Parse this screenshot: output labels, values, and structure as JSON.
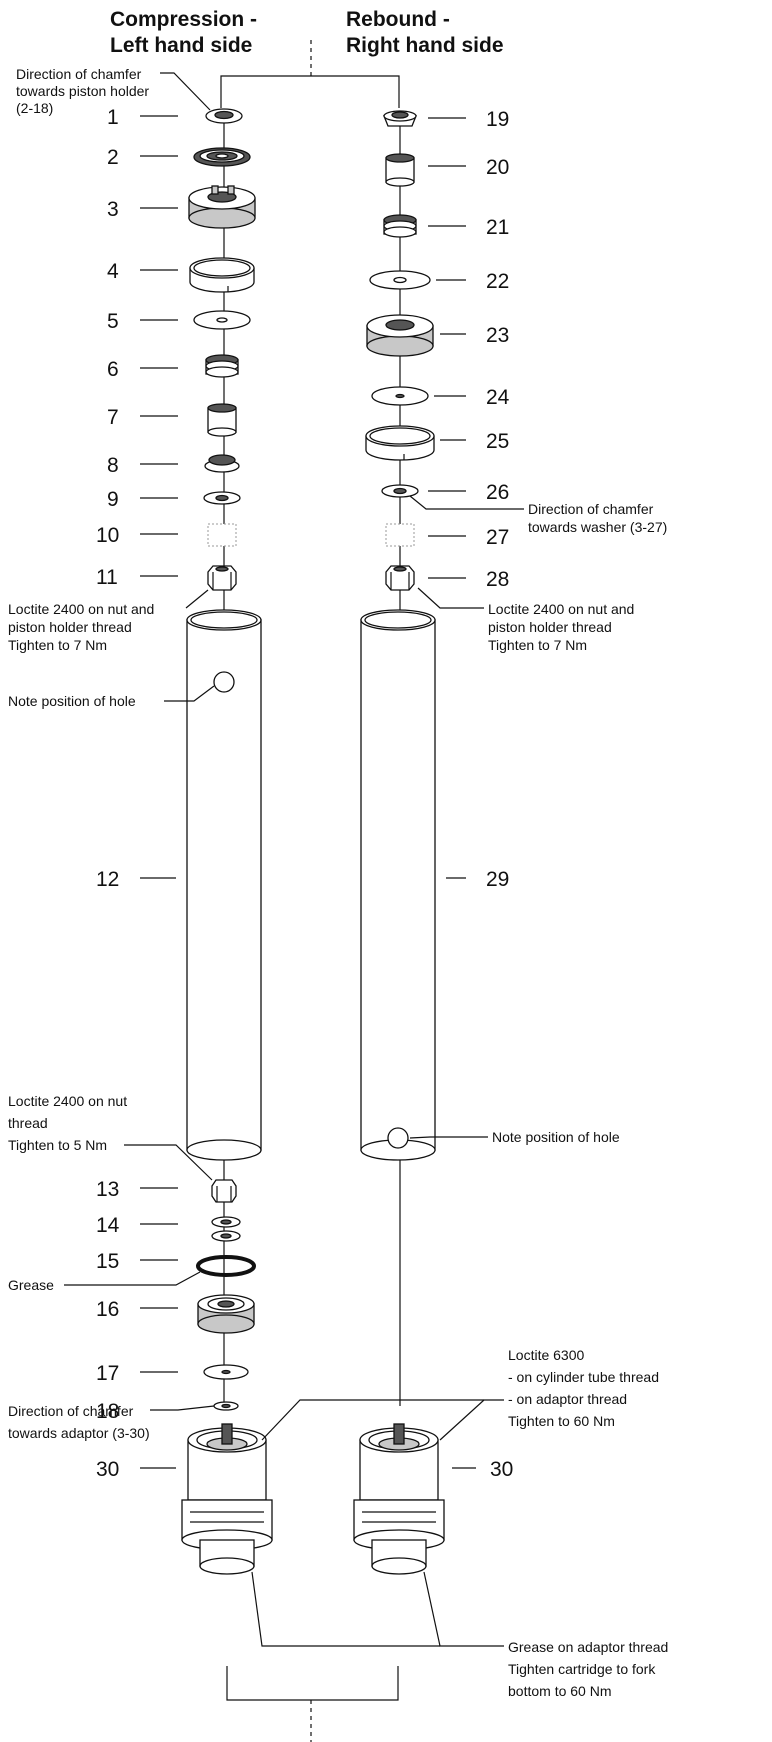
{
  "headings": {
    "left": [
      "Compression -",
      "Left hand side"
    ],
    "right": [
      "Rebound -",
      "Right hand side"
    ]
  },
  "numbers": {
    "n1": "1",
    "n2": "2",
    "n3": "3",
    "n4": "4",
    "n5": "5",
    "n6": "6",
    "n7": "7",
    "n8": "8",
    "n9": "9",
    "n10": "10",
    "n11": "11",
    "n12": "12",
    "n13": "13",
    "n14": "14",
    "n15": "15",
    "n16": "16",
    "n17": "17",
    "n18": "18",
    "n19": "19",
    "n20": "20",
    "n21": "21",
    "n22": "22",
    "n23": "23",
    "n24": "24",
    "n25": "25",
    "n26": "26",
    "n27": "27",
    "n28": "28",
    "n29": "29",
    "n30_left": "30",
    "n30_right": "30"
  },
  "notes": {
    "chamfer_piston": [
      "Direction of chamfer",
      "towards piston holder",
      "(2-18)"
    ],
    "loctite_left": [
      "Loctite 2400 on nut and",
      "piston holder thread",
      "Tighten to 7 Nm"
    ],
    "hole_left": [
      "Note position of hole"
    ],
    "loctite_nut": [
      "Loctite 2400 on nut",
      "thread",
      "Tighten to 5 Nm"
    ],
    "grease": [
      "Grease"
    ],
    "chamfer_adaptor": [
      "Direction of chamfer",
      "towards adaptor (3-30)"
    ],
    "chamfer_washer": [
      "Direction of chamfer",
      "towards washer (3-27)"
    ],
    "loctite_right": [
      "Loctite 2400 on nut and",
      "piston holder thread",
      "Tighten to 7 Nm"
    ],
    "hole_right": [
      "Note position of hole"
    ],
    "loctite6300": [
      "Loctite 6300",
      "- on cylinder tube thread",
      "- on adaptor thread",
      "Tighten to 60 Nm"
    ],
    "grease_adaptor": [
      "Grease on adaptor thread",
      "Tighten cartridge to fork",
      "bottom to 60 Nm"
    ]
  }
}
